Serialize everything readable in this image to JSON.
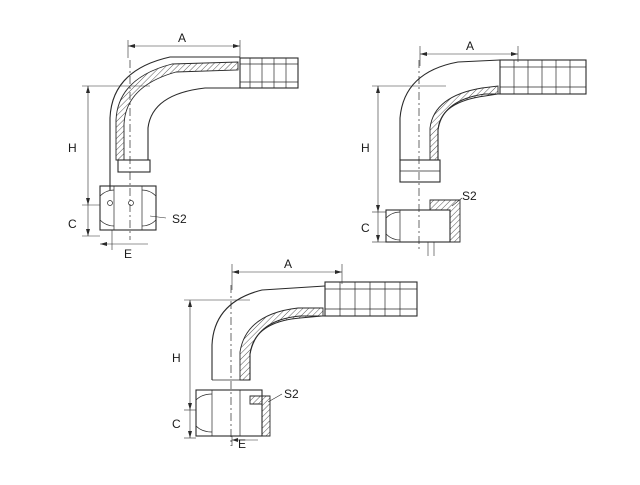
{
  "labels": {
    "a": "A",
    "h": "H",
    "c": "C",
    "e": "E",
    "s2": "S2"
  },
  "colors": {
    "line": "#2a2a2a",
    "background": "#ffffff"
  }
}
